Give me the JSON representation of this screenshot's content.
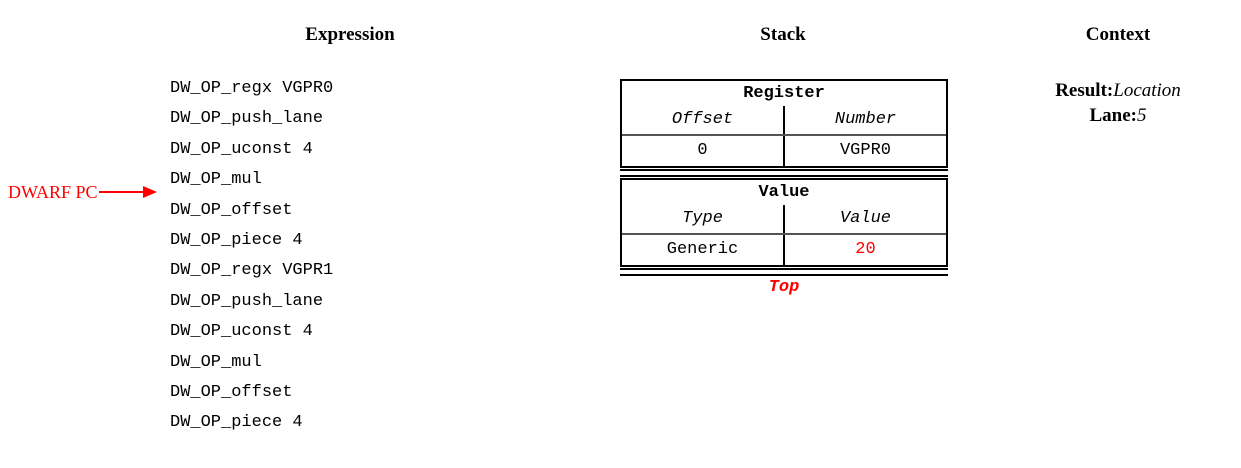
{
  "columns": {
    "expression_heading": "Expression",
    "stack_heading": "Stack",
    "context_heading": "Context"
  },
  "expression": {
    "lines": [
      "DW_OP_regx VGPR0",
      "DW_OP_push_lane",
      "DW_OP_uconst 4",
      "DW_OP_mul",
      "DW_OP_offset",
      "DW_OP_piece 4",
      "DW_OP_regx VGPR1",
      "DW_OP_push_lane",
      "DW_OP_uconst 4",
      "DW_OP_mul",
      "DW_OP_offset",
      "DW_OP_piece 4"
    ],
    "pc_marker": {
      "label": "DWARF PC",
      "points_to_line_index": 4,
      "color": "#FF0000"
    }
  },
  "stack": {
    "entries": [
      {
        "title": "Register",
        "columns": [
          "Offset",
          "Number"
        ],
        "values": [
          "0",
          "VGPR0"
        ],
        "value_colors": [
          "#000000",
          "#000000"
        ]
      },
      {
        "title": "Value",
        "columns": [
          "Type",
          "Value"
        ],
        "values": [
          "Generic",
          "20"
        ],
        "value_colors": [
          "#000000",
          "#FF0000"
        ]
      }
    ],
    "top_label": "Top",
    "top_label_color": "#FF0000"
  },
  "context": {
    "rows": [
      {
        "key": "Result:",
        "value": "Location"
      },
      {
        "key": "Lane:",
        "value": "5"
      }
    ]
  }
}
